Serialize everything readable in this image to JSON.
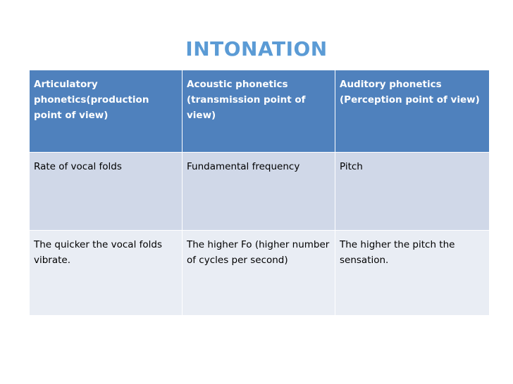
{
  "slide": {
    "title": "INTONATION"
  },
  "table": {
    "headers": [
      "Articulatory phonetics(production point of view)",
      "Acoustic phonetics (transmission point of view)",
      "Auditory phonetics (Perception point of view)"
    ],
    "rows": [
      [
        "Rate of vocal folds",
        "Fundamental frequency",
        "Pitch"
      ],
      [
        "The quicker the vocal folds vibrate.",
        "The higher Fo (higher number of cycles per second)",
        "The higher the pitch the sensation."
      ]
    ]
  },
  "colors": {
    "title": "#5b9bd5",
    "header_fill": "#4f81bd",
    "band_dark": "#d0d8e8",
    "band_light": "#e9edf4"
  }
}
